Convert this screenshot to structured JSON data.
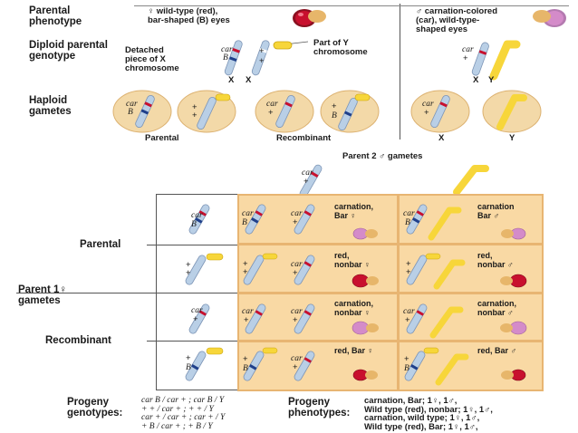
{
  "header": {
    "parental_phenotype_label": "Parental phenotype",
    "female_phenotype_line1": "♀ wild-type (red),",
    "female_phenotype_line2": "bar-shaped (B) eyes",
    "male_phenotype_line1": "♂ carnation-colored",
    "male_phenotype_line2": "(car), wild-type-",
    "male_phenotype_line3": "shaped eyes",
    "diploid_label": "Diploid parental genotype",
    "detached_label_line1": "Detached",
    "detached_label_line2": "piece of X",
    "detached_label_line3": "chromosome",
    "part_y_label_line1": "Part of Y",
    "part_y_label_line2": "chromosome",
    "female_chrom_labels": [
      "X",
      "X"
    ],
    "male_chrom_labels": [
      "X",
      "Y"
    ],
    "haploid_label": "Haploid gametes",
    "parental_label": "Parental",
    "recombinant_label": "Recombinant",
    "gamete_x_label": "X",
    "gamete_y_label": "Y"
  },
  "alleles": {
    "car": "car",
    "B": "B",
    "plus": "+"
  },
  "grid": {
    "parent2_label": "Parent 2 ♂ gametes",
    "parent1_label": "Parent 1♀ gametes",
    "parental_label": "Parental",
    "recombinant_label": "Recombinant",
    "cells": [
      {
        "line1": "carnation,",
        "line2": "Bar ♀"
      },
      {
        "line1": "carnation",
        "line2": "Bar ♂"
      },
      {
        "line1": "red,",
        "line2": "nonbar ♀"
      },
      {
        "line1": "red,",
        "line2": "nonbar ♂"
      },
      {
        "line1": "carnation,",
        "line2": "nonbar ♀"
      },
      {
        "line1": "carnation,",
        "line2": "nonbar ♂"
      },
      {
        "line1": "red, Bar ♀",
        "line2": ""
      },
      {
        "line1": "red, Bar ♂",
        "line2": ""
      }
    ]
  },
  "progeny": {
    "genotypes_label_line1": "Progeny",
    "genotypes_label_line2": "genotypes:",
    "genotype_lines": [
      "car B / car + ;  car B / Y",
      "+ + / car + ;   + + / Y",
      "car + / car + ;  car + / Y",
      "+ B / car + ;   + B / Y"
    ],
    "phenotypes_label_line1": "Progeny",
    "phenotypes_label_line2": "phenotypes:",
    "phenotype_lines": [
      "carnation, Bar;  1♀, 1♂,",
      "Wild type (red), nonbar; 1♀, 1♂,",
      "carnation, wild type; 1♀, 1♂,",
      "Wild type (red), Bar;  1♀, 1♂,"
    ]
  },
  "colors": {
    "cell_fill": "#f9d9a4",
    "grid_border": "#e8b572",
    "gamete_fill": "#f3d9a8",
    "chrom_blue": "#b9cfe6",
    "y_yellow": "#f7d63a",
    "eye_red": "#c8102e",
    "eye_pink": "#d48bc9"
  }
}
